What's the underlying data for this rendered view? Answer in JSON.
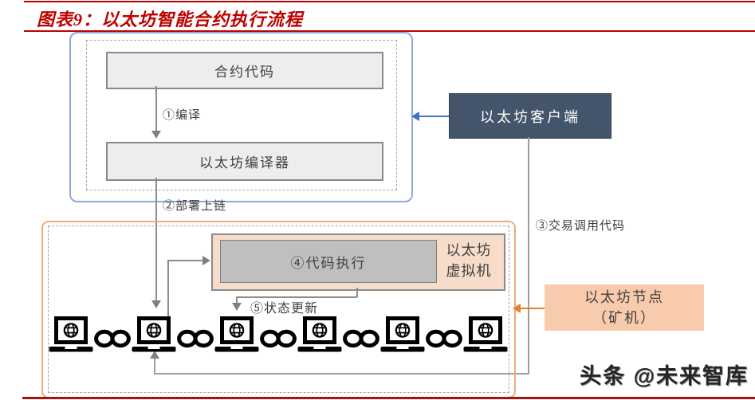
{
  "figure": {
    "title": "图表9：以太坊智能合约执行流程",
    "watermark": "头条 @未来智库"
  },
  "compile_area": {
    "contract_code": "合约代码",
    "compiler": "以太坊编译器",
    "step1": "①编译",
    "step2": "②部署上链"
  },
  "client": {
    "label": "以太坊客户端",
    "step3": "③交易调用代码"
  },
  "evm": {
    "step4": "④代码执行",
    "vm_line1": "以太坊",
    "vm_line2": "虚拟机",
    "step5": "⑤状态更新"
  },
  "node": {
    "line1": "以太坊节点",
    "line2": "（矿机）"
  },
  "network": {
    "node_count": 6,
    "link_count": 5,
    "node_icon": "laptop-globe-icon",
    "link_icon": "chain-link-icon"
  },
  "colors": {
    "title_red": "#c00000",
    "rule_red": "#c00000",
    "client_fill": "#44546a",
    "blue_border": "#8faadc",
    "blue_arrow": "#4472c4",
    "evm_fill": "#f7dcc9",
    "exec_fill": "#bfbfbf",
    "node_fill": "#f8cbad",
    "orange": "#ed7d31",
    "gray_line": "#9e9e9e",
    "box_fill": "#ededed"
  }
}
